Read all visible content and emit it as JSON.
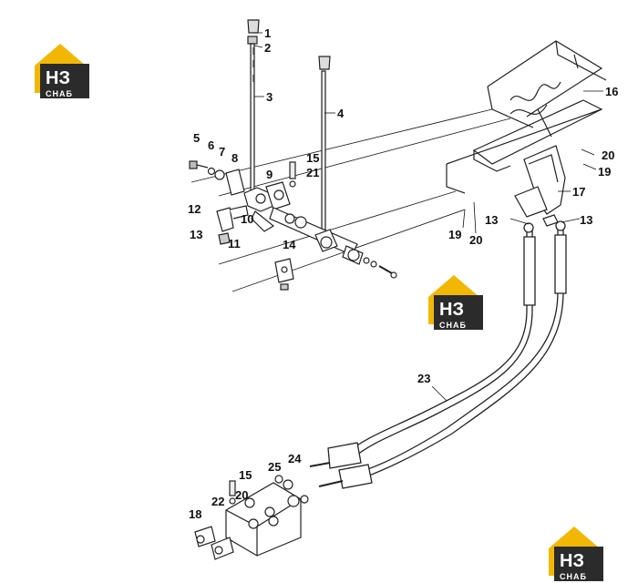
{
  "diagram": {
    "callouts": [
      "1",
      "2",
      "3",
      "4",
      "5",
      "6",
      "7",
      "8",
      "9",
      "10",
      "11",
      "12",
      "13",
      "14",
      "15",
      "16",
      "17",
      "18",
      "19",
      "20",
      "21",
      "22",
      "23",
      "24",
      "25"
    ],
    "watermark": {
      "main": "НЗ",
      "sub": "СНАБ",
      "colors": {
        "frame": "#f2b705",
        "dark": "#2b2b2b",
        "text": "#ffffff"
      }
    }
  }
}
